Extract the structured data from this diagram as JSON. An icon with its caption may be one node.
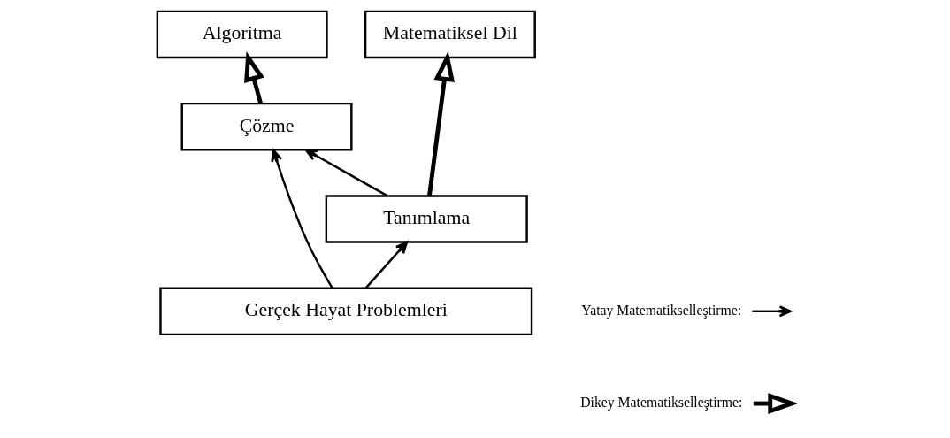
{
  "diagram": {
    "nodes": [
      {
        "text": [
          "Matematiksel Dil"
        ]
      },
      {
        "text": [
          "Algoritma"
        ]
      },
      {
        "text": [
          "Çözme"
        ]
      },
      {
        "text": [
          "Tanımlama"
        ]
      },
      {
        "text": [
          "Gerçek Hayat Problemleri"
        ]
      }
    ],
    "edges": [
      {
        "from": 3,
        "to": 0,
        "arrow": "to",
        "style": "thick"
      },
      {
        "from": 2,
        "to": 1,
        "arrow": "to",
        "style": "thick"
      },
      {
        "from": 3,
        "to": 2,
        "arrow": "to"
      },
      {
        "from": 4,
        "to": 3,
        "arrow": "to"
      },
      {
        "from": 4,
        "to": 2,
        "arrow": "to"
      }
    ],
    "legend": [
      {
        "text": "Yatay Matematikselleştirme:"
      },
      {
        "text": "Dikey Matematikselleştirme:"
      }
    ]
  }
}
